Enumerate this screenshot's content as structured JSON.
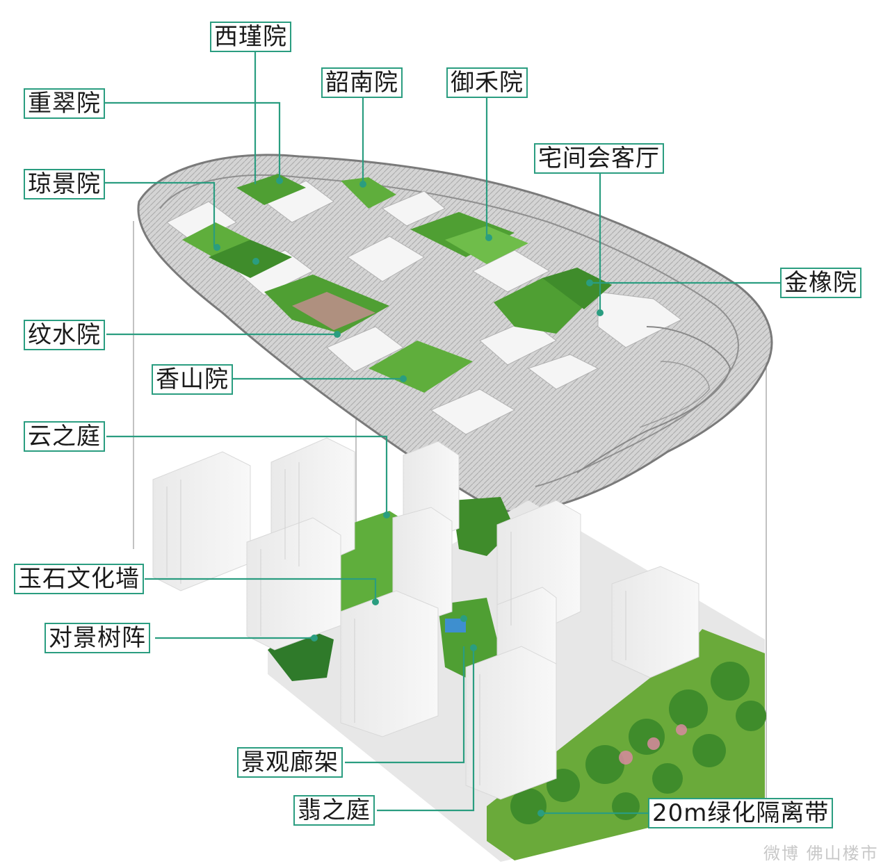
{
  "labels": {
    "xijin": "西瑾院",
    "chongcui": "重翠院",
    "shaonan": "韶南院",
    "yuhe": "御禾院",
    "zhaijian": "宅间会客厅",
    "qiongjing": "琼景院",
    "jinxiang": "金橡院",
    "wenshui": "纹水院",
    "xiangshan": "香山院",
    "yunzhiting": "云之庭",
    "yushi": "玉石文化墙",
    "duijing": "对景树阵",
    "jingguan": "景观廊架",
    "feizhiting": "翡之庭",
    "greenbelt": "20m绿化隔离带"
  },
  "watermark": "微博 佛山楼市",
  "colors": {
    "leader_line": "#2a9d80",
    "label_border": "#2a9d80",
    "lawn": "#5fae3c",
    "tree_dark": "#2f7a2a",
    "flower_pink": "#d98aa0",
    "building_white": "#f2f2f2",
    "plan_gray": "#c9c9c9"
  }
}
